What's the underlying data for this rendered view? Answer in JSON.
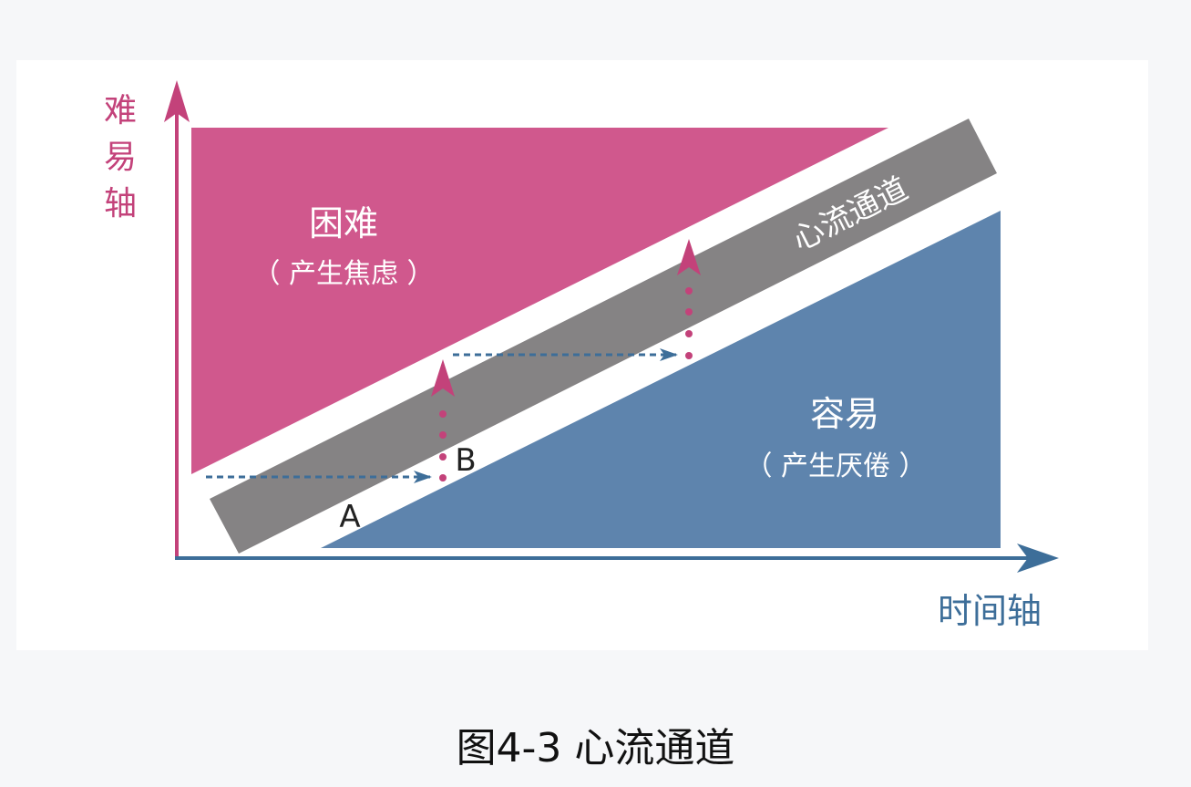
{
  "colors": {
    "hard": "#d0588d",
    "easy": "#5e84ad",
    "flow": "#858384",
    "axis_y": "#c3427a",
    "axis_x": "#3d6e99",
    "text_white": "#ffffff",
    "text_dark": "#222222",
    "path_h": "#3d6e99",
    "path_v": "#c3427a"
  },
  "axes": {
    "y_label": "难易轴",
    "x_label": "时间轴"
  },
  "regions": {
    "hard": {
      "title": "困难",
      "subtitle": "（ 产生焦虑 ）"
    },
    "easy": {
      "title": "容易",
      "subtitle": "（ 产生厌倦 ）"
    },
    "flow": {
      "label": "心流通道"
    }
  },
  "points": {
    "a": "A",
    "b": "B"
  },
  "caption": "图4-3 心流通道"
}
